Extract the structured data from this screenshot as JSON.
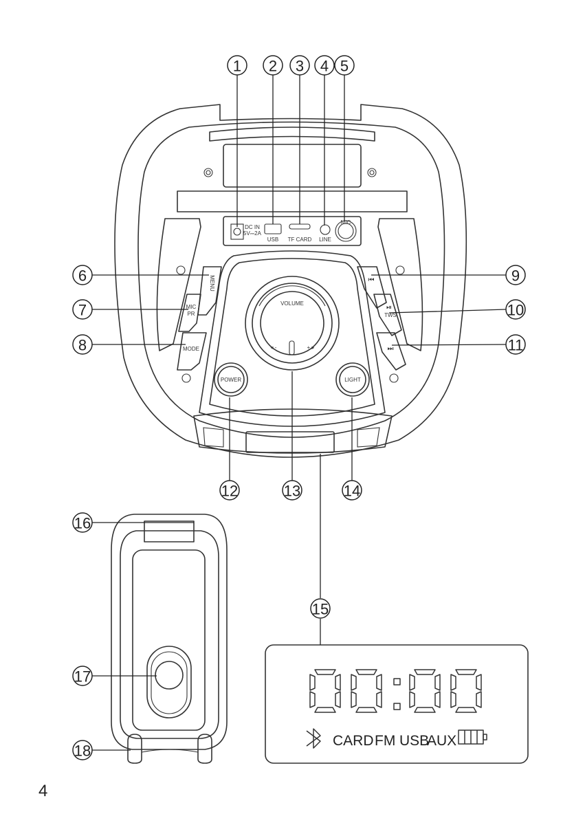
{
  "page": {
    "number": "4"
  },
  "panel_labels": {
    "dc_in": "DC IN",
    "dc_spec": "5V⎓2A",
    "usb": "USB",
    "tf_card": "TF CARD",
    "line": "LINE",
    "mic": "MIC",
    "menu": "MENU",
    "mic_pr": "MIC",
    "mic_pr_sub": "PR",
    "mode": "MODE",
    "prev": "⏮",
    "play": "⏯",
    "tws": "TWS",
    "next": "⏭",
    "volume": "VOLUME",
    "power": "POWER",
    "light": "LIGHT"
  },
  "callouts": [
    "1",
    "2",
    "3",
    "4",
    "5",
    "6",
    "7",
    "8",
    "9",
    "10",
    "11",
    "12",
    "13",
    "14",
    "15",
    "16",
    "17",
    "18"
  ],
  "lcd": {
    "labels": [
      "CARD",
      "FM",
      "USB",
      "AUX"
    ],
    "icons": [
      "bluetooth-icon",
      "battery-icon"
    ]
  },
  "colors": {
    "line": "#333333",
    "background": "#ffffff"
  }
}
